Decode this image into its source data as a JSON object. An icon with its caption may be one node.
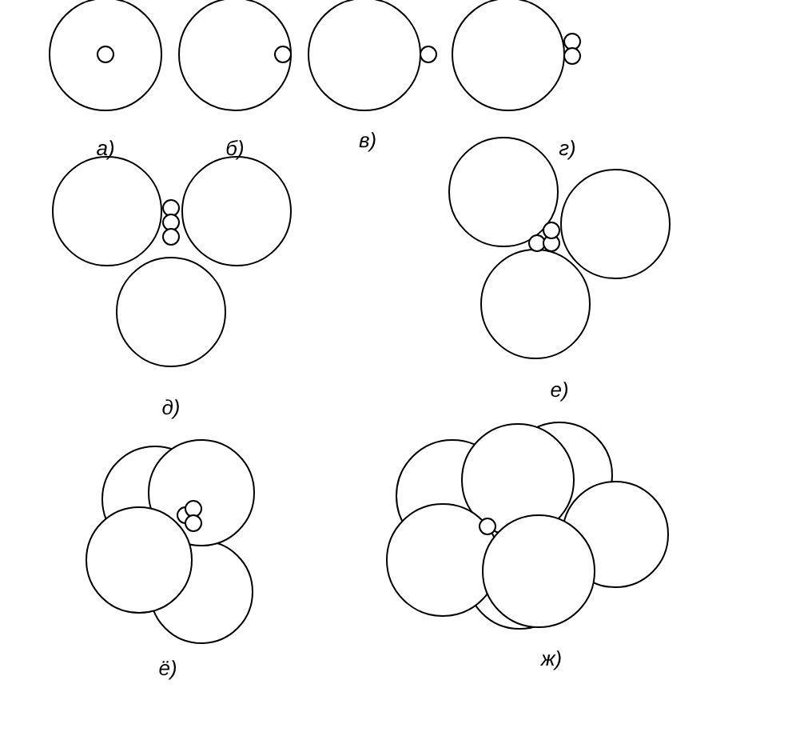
{
  "diagram": {
    "labels": [
      "а)",
      "б)",
      "в)",
      "г)",
      "д)",
      "е)",
      "ё)",
      "ж)"
    ]
  }
}
